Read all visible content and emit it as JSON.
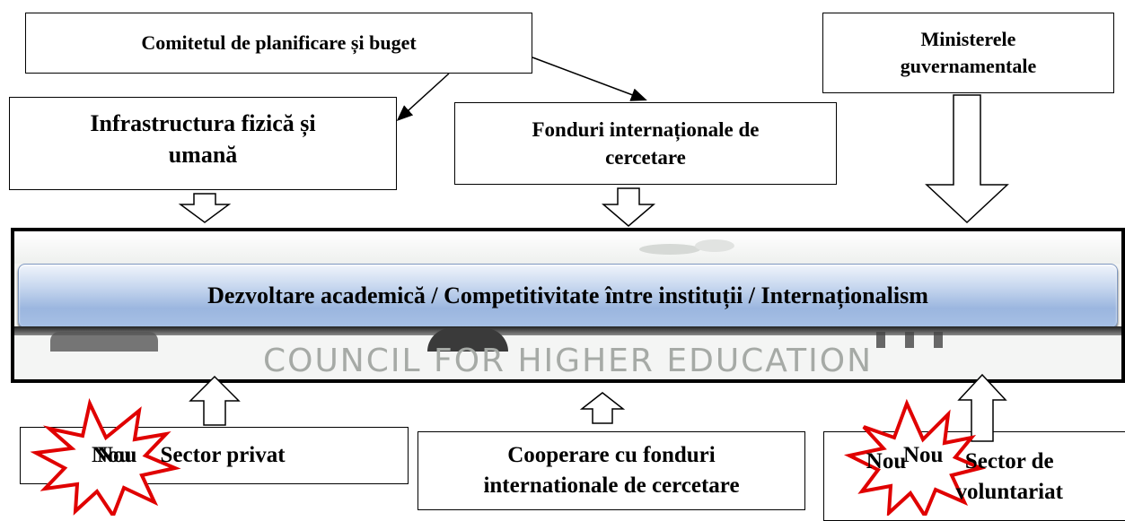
{
  "boxes": {
    "comitet": "Comitetul de planificare și buget",
    "infrastructura": "Infrastructura fizică și umană",
    "fonduri": "Fonduri internaționale de cercetare",
    "ministere": "Ministerele guvernamentale",
    "privat_badge": "Nou",
    "privat": "Sector privat",
    "cooperare": "Cooperare cu fonduri internationale de cercetare",
    "voluntariat_badge": "Nou",
    "voluntariat": "Sector de voluntariat"
  },
  "band": {
    "title": "Dezvoltare academică / Competitivitate între instituții / Internaționalism",
    "watermark": "COUNCIL FOR HIGHER EDUCATION"
  },
  "colors": {
    "burst_stroke": "#e00000",
    "band_gradient": "#9bb6df"
  }
}
